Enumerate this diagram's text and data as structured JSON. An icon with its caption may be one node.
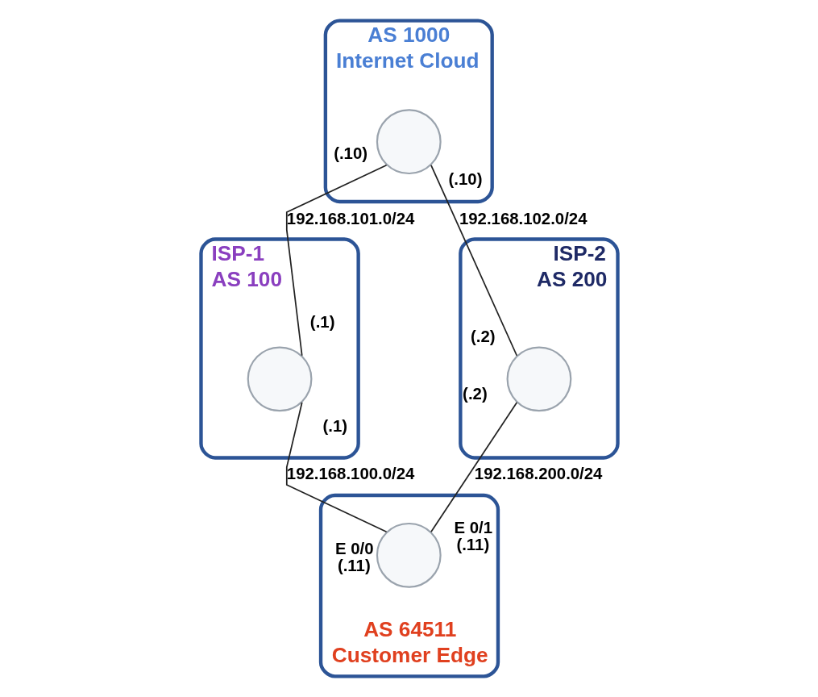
{
  "diagram": {
    "nodes": [
      {
        "text": [
          "AS 1000",
          "Internet Cloud"
        ]
      },
      {
        "text": [],
        "shape": "circle",
        "in": 0,
        "beside": [
          "(.10)",
          "(.10)"
        ]
      },
      {
        "text": [
          "ISP-1",
          "AS 100"
        ]
      },
      {
        "text": [],
        "shape": "circle",
        "in": 2,
        "beside": [
          "(.1)",
          "(.1)"
        ]
      },
      {
        "text": [
          "ISP-2",
          "AS 200"
        ]
      },
      {
        "text": [],
        "shape": "circle",
        "in": 4,
        "beside": [
          "(.2)",
          "(.2)"
        ]
      },
      {
        "text": [
          "AS 64511",
          "Customer Edge"
        ]
      },
      {
        "text": [],
        "shape": "circle",
        "in": 6,
        "beside": [
          "E 0/0",
          "(.11)",
          "E 0/1",
          "(.11)"
        ]
      }
    ],
    "edges": [
      {
        "from": 1,
        "to": 3,
        "arrow": "none",
        "label": "192.168.101.0/24"
      },
      {
        "from": 1,
        "to": 5,
        "arrow": "none",
        "label": "192.168.102.0/24"
      },
      {
        "from": 3,
        "to": 7,
        "arrow": "none",
        "label": "192.168.100.0/24"
      },
      {
        "from": 5,
        "to": 7,
        "arrow": "none",
        "label": "192.168.200.0/24"
      }
    ]
  }
}
